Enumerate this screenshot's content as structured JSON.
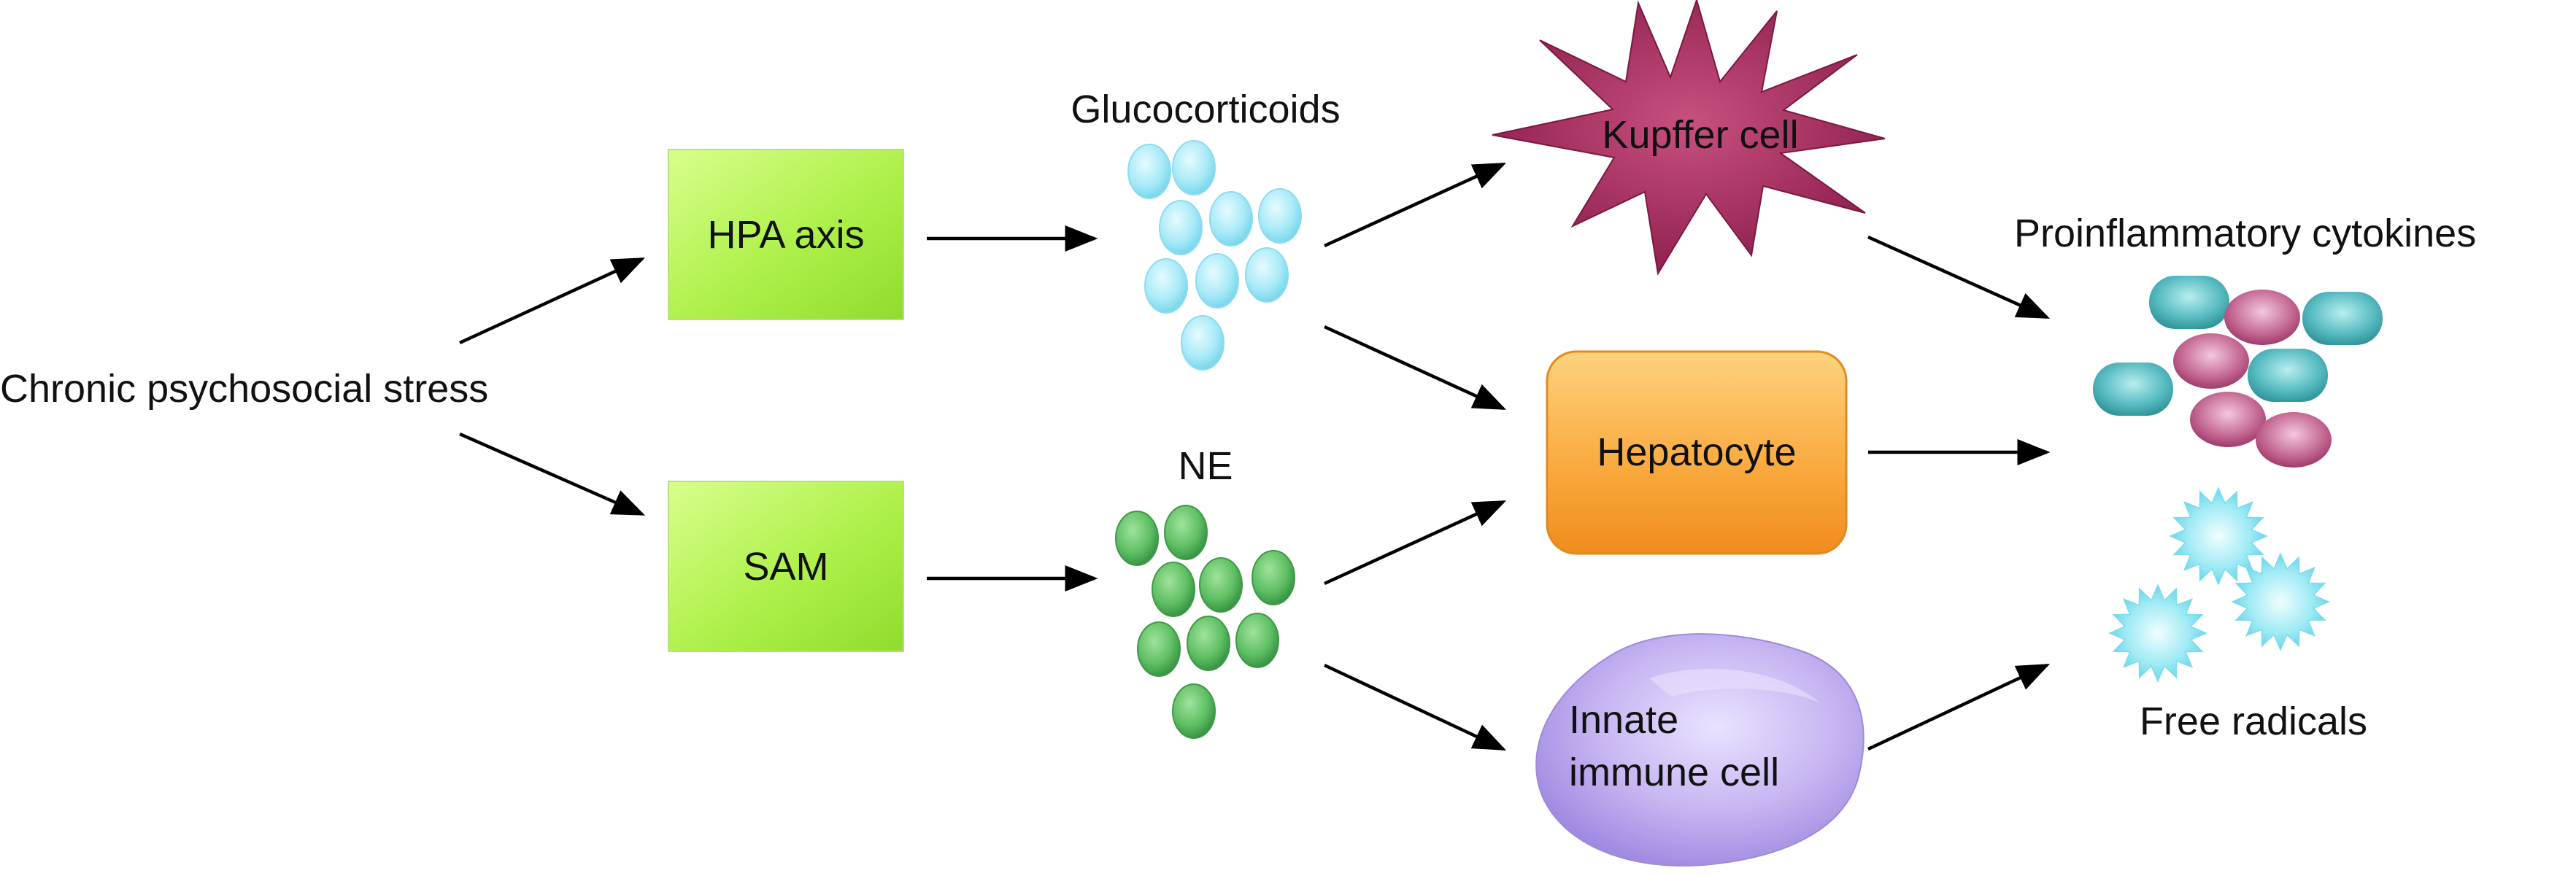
{
  "nodes": {
    "stress": {
      "label": "Chronic psychosocial stress"
    },
    "hpa": {
      "label": "HPA axis"
    },
    "sam": {
      "label": "SAM"
    },
    "glucocorticoids": {
      "label": "Glucocorticoids"
    },
    "ne": {
      "label": "NE"
    },
    "kupffer": {
      "label": "Kupffer cell"
    },
    "hepatocyte": {
      "label": "Hepatocyte"
    },
    "immune": {
      "label_line1": "Innate",
      "label_line2": "immune cell"
    },
    "cytokines": {
      "label": "Proinflammatory cytokines"
    },
    "radicals": {
      "label": "Free radicals"
    }
  },
  "colors": {
    "green_box": "#aef04a",
    "glucocorticoid_cell": "#a8eaf8",
    "ne_cell": "#5fbf63",
    "kupffer": "#9a2456",
    "hepatocyte": "#f9a83c",
    "immune_cell": "#c7b6f2",
    "cytokine_teal": "#3aaab0",
    "cytokine_magenta": "#b8507e",
    "free_radical": "#8fe6f2"
  }
}
